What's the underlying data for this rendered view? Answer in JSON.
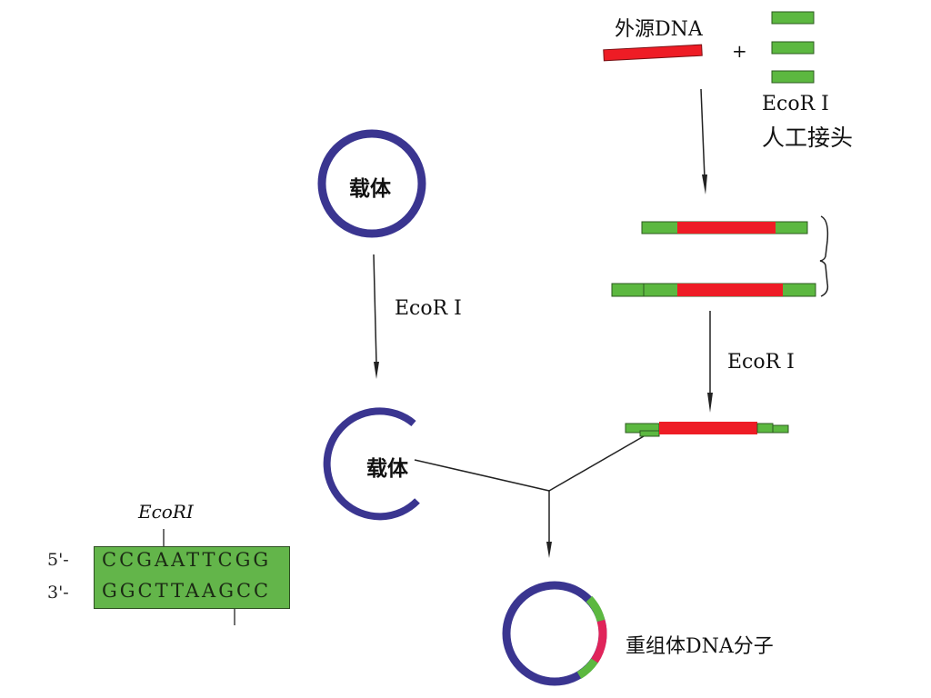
{
  "labels": {
    "foreign_dna": "外源DNA",
    "plus": "+",
    "linker_enzyme": "EcoR Ⅰ",
    "linker_name": "人工接头",
    "vector_top": "载体",
    "vector_enzyme": "EcoR Ⅰ",
    "fragment_enzyme": "EcoR Ⅰ",
    "vector_cut": "载体",
    "recombinant": "重组体DNA分子"
  },
  "sequence": {
    "enzyme_label": "EcoRI",
    "strand5_label": "5'-",
    "strand3_label": "3'-",
    "top_strand": "CCGAATTCGG",
    "bottom_strand": "GGCTTAAGCC"
  },
  "colors": {
    "foreign_dna": "#ee1c25",
    "linker": "#5cb840",
    "vector": "#3a3590",
    "sequence_box": "#63b54a"
  }
}
